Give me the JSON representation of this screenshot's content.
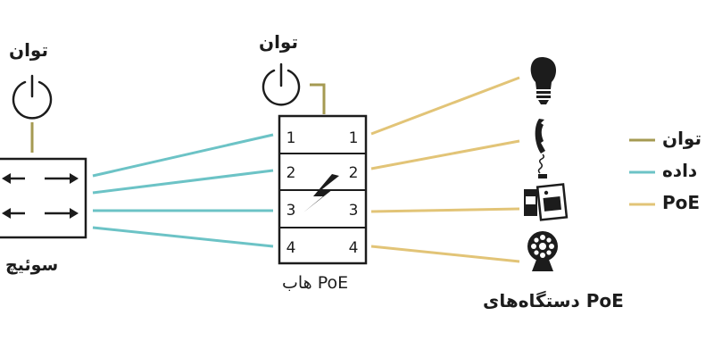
{
  "switch": {
    "label": "سوئیچ",
    "power_label": "توان"
  },
  "hub": {
    "label": "هاب PoE",
    "power_label": "توان",
    "ports": [
      "1",
      "2",
      "3",
      "4"
    ]
  },
  "devices": {
    "label": "دستگاه‌های PoE",
    "items": [
      {
        "name": "light-bulb-icon"
      },
      {
        "name": "phone-icon"
      },
      {
        "name": "card-reader-icon"
      },
      {
        "name": "camera-icon"
      }
    ]
  },
  "legend": [
    {
      "label": "توان",
      "color": "#a59a52"
    },
    {
      "label": "داده",
      "color": "#6cc3c6"
    },
    {
      "label": "PoE",
      "color": "#e2c477"
    }
  ],
  "colors": {
    "power": "#a59a52",
    "data": "#6cc3c6",
    "poe": "#e2c477",
    "stroke": "#1c1c1c"
  }
}
